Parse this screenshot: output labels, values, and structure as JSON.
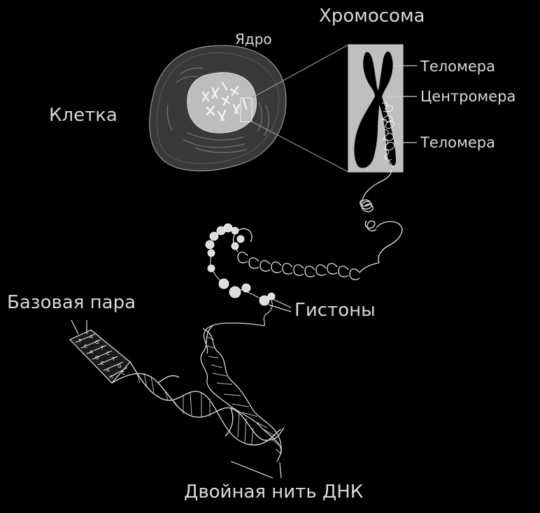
{
  "labels": {
    "chromosome": "Хромосома",
    "nucleus": "Ядро",
    "telomere_top": "Теломера",
    "centromere": "Центромера",
    "telomere_bottom": "Теломера",
    "cell": "Клетка",
    "base_pair": "Базовая пара",
    "histones": "Гистоны",
    "dna_double_strand": "Двойная нить ДНК"
  },
  "colors": {
    "background": "#000000",
    "label": "#d9d9d9",
    "cell_body": "#3a3a3a",
    "nucleus": "#bdbdbd",
    "chromosome_panel": "#bfbfbf",
    "chromosome": "#000000",
    "line_art": "#e6e6e6"
  }
}
